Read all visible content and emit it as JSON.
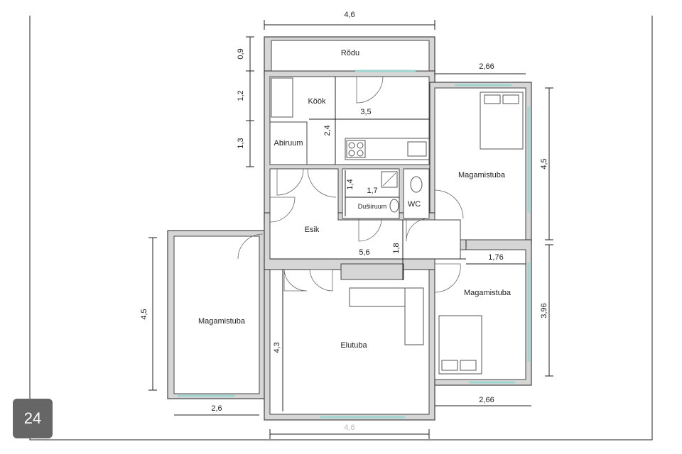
{
  "badge": "24",
  "rooms": {
    "balcony": "Rõdu",
    "kitchen": "Köök",
    "utility": "Abiruum",
    "shower": "Dušiiruum",
    "wc": "WC",
    "hall": "Esik",
    "living": "Elutuba",
    "bedroom_upper_right": "Magamistuba",
    "bedroom_lower_right": "Magamistuba",
    "bedroom_left": "Magamistuba"
  },
  "dimensions": {
    "top_width": "4,6",
    "balcony_depth": "0,9",
    "kitchen_upper": "1,2",
    "utility_height": "1,3",
    "right_upper_width": "2,66",
    "right_upper_height": "4,5",
    "right_lower_height": "3,96",
    "right_lower_inner": "1,76",
    "right_lower_width": "2,66",
    "left_height": "4,5",
    "left_width": "2,6",
    "living_height": "4,3",
    "hall_width": "5,6",
    "hall_depth": "1,8",
    "kitchen_width": "3,5",
    "kitchen_height": "2,4",
    "shower_height": "1,4",
    "shower_width": "1,7",
    "bottom_width": "4,6"
  }
}
